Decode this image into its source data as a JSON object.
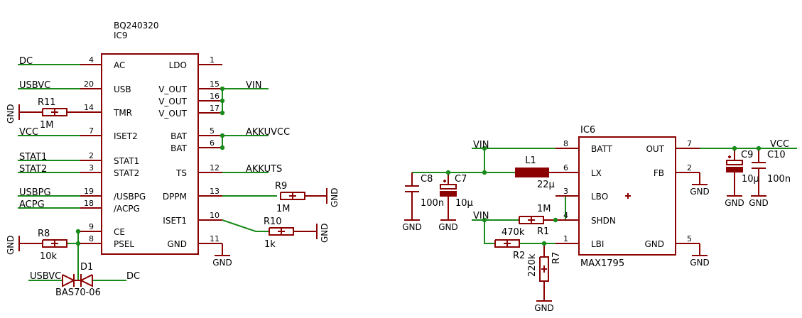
{
  "colors": {
    "part": "#8b0000",
    "wire": "#1a8a1a",
    "text": "#000000"
  },
  "ic9": {
    "name": "IC9",
    "value": "BQ240320",
    "left_pins": [
      {
        "label": "AC",
        "num": "4"
      },
      {
        "label": "USB",
        "num": "20"
      },
      {
        "label": "TMR",
        "num": "14"
      },
      {
        "label": "ISET2",
        "num": "7"
      },
      {
        "label": "STAT1",
        "num": "2"
      },
      {
        "label": "STAT2",
        "num": "3"
      },
      {
        "label": "/USBPG",
        "num": "19"
      },
      {
        "label": "/ACPG",
        "num": "18"
      },
      {
        "label": "CE",
        "num": "9"
      },
      {
        "label": "PSEL",
        "num": "8"
      }
    ],
    "right_pins": [
      {
        "label": "LDO",
        "num": "1"
      },
      {
        "label": "V_OUT",
        "num": "15"
      },
      {
        "label": "V_OUT",
        "num": "16"
      },
      {
        "label": "V_OUT",
        "num": "17"
      },
      {
        "label": "BAT",
        "num": "5"
      },
      {
        "label": "BAT",
        "num": "6"
      },
      {
        "label": "TS",
        "num": "12"
      },
      {
        "label": "DPPM",
        "num": "13"
      },
      {
        "label": "ISET1",
        "num": "10"
      },
      {
        "label": "GND",
        "num": "11"
      }
    ]
  },
  "ic6": {
    "name": "IC6",
    "value": "MAX1795",
    "left_pins": [
      {
        "label": "BATT",
        "num": "8"
      },
      {
        "label": "LX",
        "num": "6"
      },
      {
        "label": "LBO",
        "num": "3"
      },
      {
        "label": "SHDN",
        "num": "4"
      },
      {
        "label": "LBI",
        "num": "1"
      }
    ],
    "right_pins": [
      {
        "label": "OUT",
        "num": "7"
      },
      {
        "label": "FB",
        "num": "2"
      },
      {
        "label": "GND",
        "num": "5"
      }
    ]
  },
  "nets": {
    "dc": "DC",
    "usbvc": "USBVC",
    "vcc": "VCC",
    "stat1": "STAT1",
    "stat2": "STAT2",
    "usbpg": "USBPG",
    "acpg": "ACPG",
    "vin": "VIN",
    "akkuvcc": "AKKUVCC",
    "akkuts": "AKKUTS",
    "gnd": "GND",
    "usbvc_d": "USBVC",
    "dc_d": "DC",
    "vin2": "VIN",
    "vin3": "VIN",
    "vcc2": "VCC"
  },
  "components": {
    "r11": {
      "name": "R11",
      "value": "1M"
    },
    "r8": {
      "name": "R8",
      "value": "10k"
    },
    "r9": {
      "name": "R9",
      "value": "1M"
    },
    "r10": {
      "name": "R10",
      "value": "1k"
    },
    "d1": {
      "name": "D1",
      "value": "BAS70-06"
    },
    "c8": {
      "name": "C8",
      "value": "100n"
    },
    "c7": {
      "name": "C7",
      "value": "10µ"
    },
    "l1": {
      "name": "L1",
      "value": "22µ"
    },
    "r1": {
      "name": "R1",
      "value": "1M"
    },
    "r2": {
      "name": "R2",
      "value": "470k"
    },
    "r7": {
      "name": "R7",
      "value": "220k"
    },
    "c9": {
      "name": "C9",
      "value": "10µ"
    },
    "c10": {
      "name": "C10",
      "value": "100n"
    }
  }
}
